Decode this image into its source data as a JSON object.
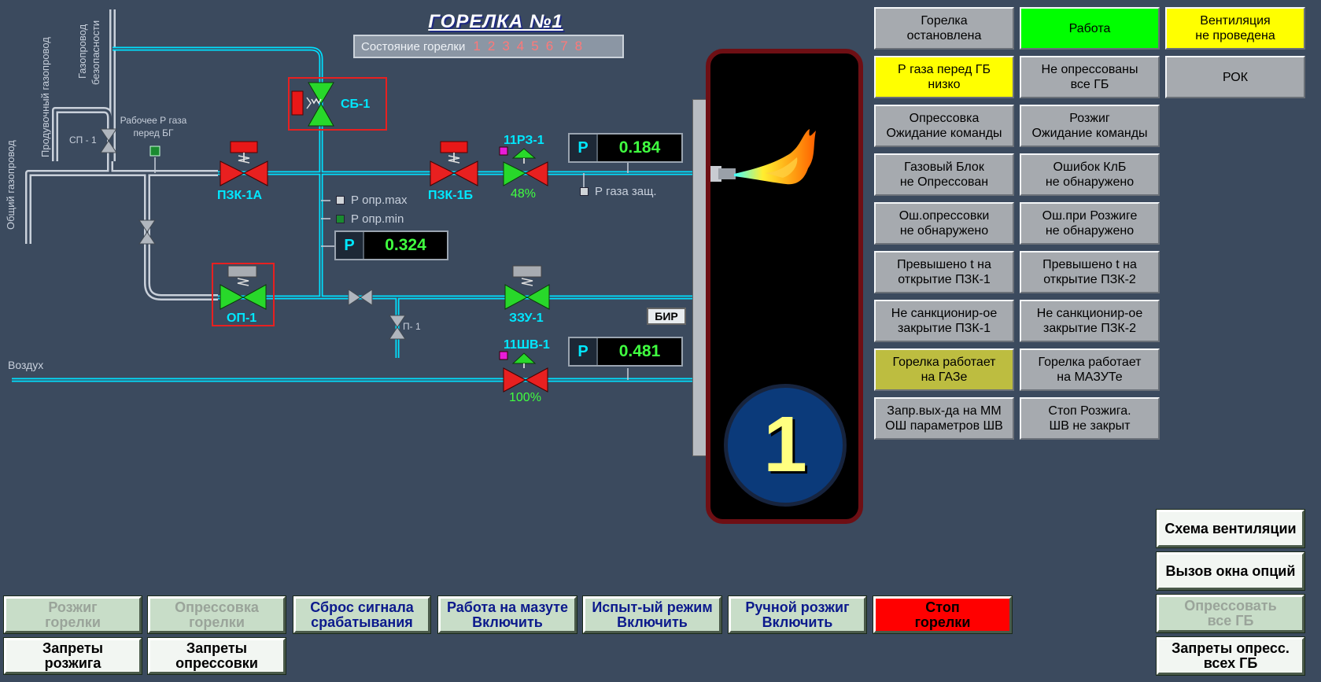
{
  "title": "ГОРЕЛКА №1",
  "state": {
    "label": "Состояние горелки",
    "numbers": [
      "1",
      "2",
      "3",
      "4",
      "5",
      "6",
      "7",
      "8"
    ]
  },
  "pipe_labels": {
    "common": "Общий газопровод",
    "purge": "Продувочный газопровод",
    "safety_line1": "Газопровод",
    "safety_line2": "безопасности",
    "work_p_line1": "Рабочее Р газа",
    "work_p_line2": "перед БГ",
    "sp1": "СП - 1",
    "p1": "П- 1",
    "air": "Воздух"
  },
  "valves": {
    "sb1": "СБ-1",
    "pzk1a": "ПЗК-1А",
    "pzk1b": "ПЗК-1Б",
    "rz": "11РЗ-1",
    "rz_pct": "48%",
    "op1": "ОП-1",
    "zzu1": "ЗЗУ-1",
    "shv": "11ШВ-1",
    "shv_pct": "100%"
  },
  "indicators": {
    "p_max": "Р опр.max",
    "p_min": "Р опр.min",
    "p_gas_prot": "Р газа защ."
  },
  "gauges": [
    {
      "label": "P",
      "value": "0.184"
    },
    {
      "label": "P",
      "value": "0.324"
    },
    {
      "label": "P",
      "value": "0.481"
    }
  ],
  "bir": "БИР",
  "burner_number": "1",
  "status_tiles": [
    {
      "text": "Горелка\nостановлена",
      "color": "#a6aaaf"
    },
    {
      "text": "Работа",
      "color": "#00ff00"
    },
    {
      "text": "Вентиляция\nне проведена",
      "color": "#ffff00"
    },
    {
      "text": "Р газа перед ГБ\nнизко",
      "color": "#ffff00"
    },
    {
      "text": "Не опрессованы\nвсе ГБ",
      "color": "#a6aaaf"
    },
    {
      "text": "РОК",
      "color": "#a6aaaf"
    },
    {
      "text": "Опрессовка\nОжидание команды",
      "color": "#a6aaaf"
    },
    {
      "text": "Розжиг\nОжидание команды",
      "color": "#a6aaaf"
    },
    {
      "text": "Газовый Блок\nне Опрессован",
      "color": "#a6aaaf"
    },
    {
      "text": "Ошибок КлБ\nне обнаружено",
      "color": "#a6aaaf"
    },
    {
      "text": "Ош.опрессовки\nне обнаружено",
      "color": "#a6aaaf"
    },
    {
      "text": "Ош.при Розжиге\nне обнаружено",
      "color": "#a6aaaf"
    },
    {
      "text": "Превышено t на\nоткрытие ПЗК-1",
      "color": "#a6aaaf"
    },
    {
      "text": "Превышено t на\nоткрытие ПЗК-2",
      "color": "#a6aaaf"
    },
    {
      "text": "Не санкционир-ое\nзакрытие ПЗК-1",
      "color": "#a6aaaf"
    },
    {
      "text": "Не санкционир-ое\nзакрытие ПЗК-2",
      "color": "#a6aaaf"
    },
    {
      "text": "Горелка работает\nна ГАЗе",
      "color": "#bdbd40"
    },
    {
      "text": "Горелка работает\nна МАЗУТе",
      "color": "#a6aaaf"
    },
    {
      "text": "Запр.вых-да на ММ\nОШ параметров ШВ",
      "color": "#a6aaaf"
    },
    {
      "text": "Стоп Розжига.\nШВ не закрыт",
      "color": "#a6aaaf"
    }
  ],
  "buttons": {
    "ignite": "Розжиг\nгорелки",
    "pressure_test": "Опрессовка\nгорелки",
    "reset": "Сброс сигнала\nсрабатывания",
    "mazut": "Работа на мазуте\nВключить",
    "test_mode": "Испыт-ый режим\nВключить",
    "manual_ignite": "Ручной розжиг\nВключить",
    "stop": "Стоп\nгорелки",
    "ignite_bans": "Запреты\nрозжига",
    "test_bans": "Запреты\nопрессовки",
    "vent_scheme": "Схема вентиляции",
    "options": "Вызов окна опций",
    "test_all": "Опрессовать\nвсе ГБ",
    "test_all_bans": "Запреты опресс.\nвсех ГБ"
  }
}
